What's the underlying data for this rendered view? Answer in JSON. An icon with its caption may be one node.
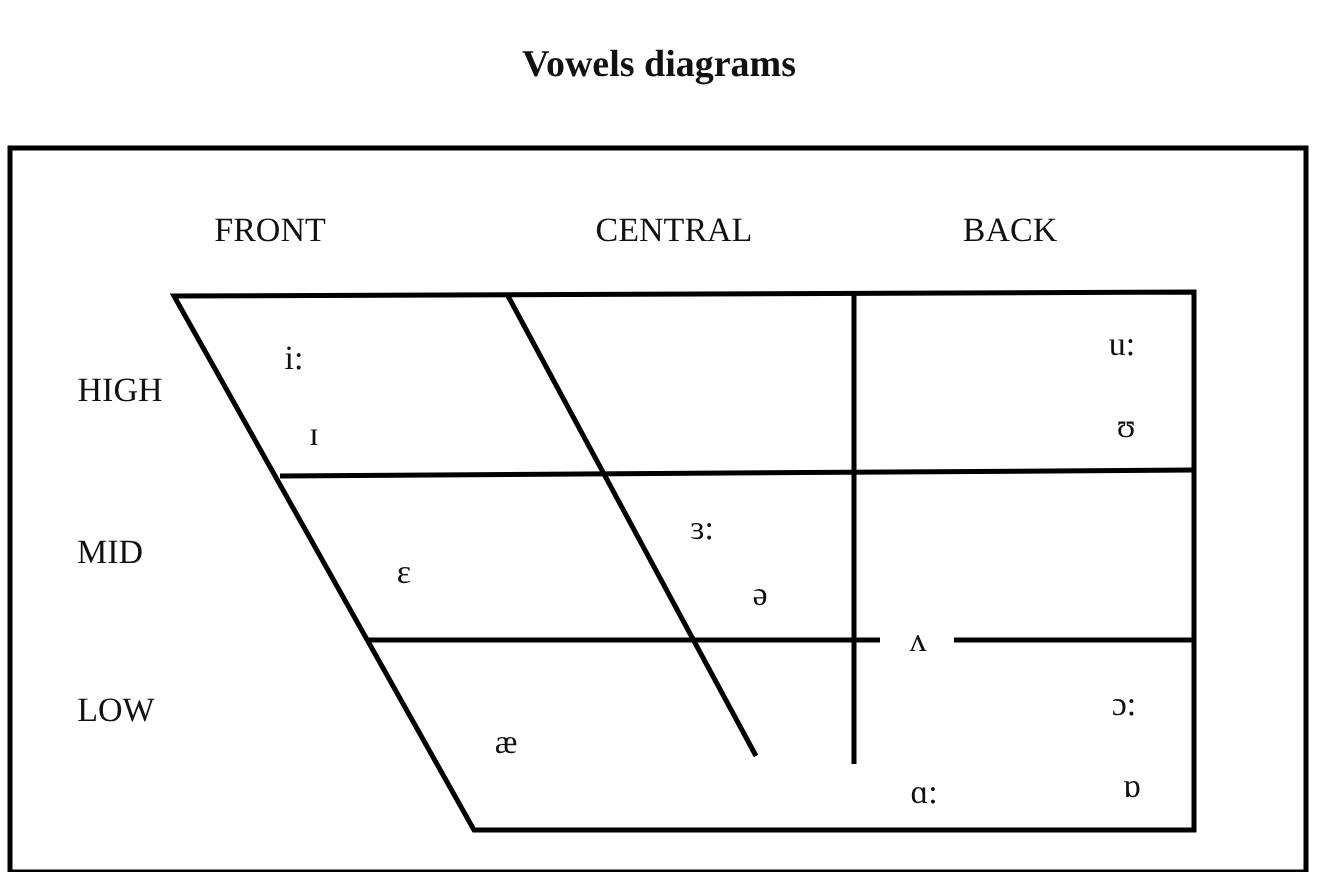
{
  "diagram": {
    "title": "Vowels diagrams",
    "labels": [
      "FRONT",
      "CENTRAL",
      "BACK",
      "HIGH",
      "i:",
      "u:",
      "ɪ",
      "ʊ",
      "MID",
      "ɜ:",
      "ɛ",
      "ə",
      "ʌ",
      "LOW",
      "ɔ:",
      "æ",
      "ɑ:",
      "ɒ"
    ]
  }
}
